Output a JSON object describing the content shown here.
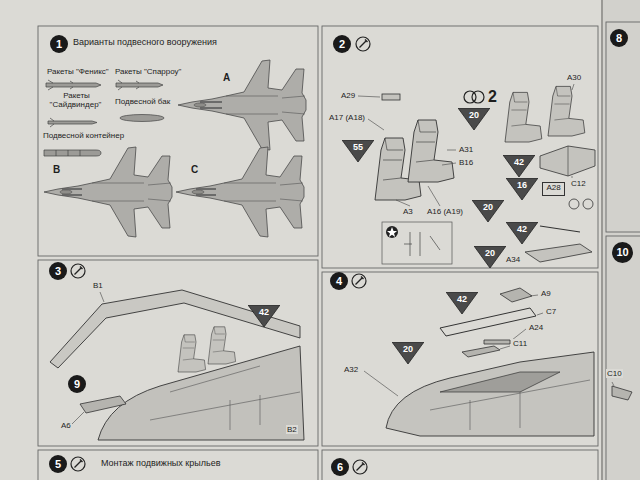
{
  "diagram": {
    "nodes": [
      {
        "text": [
          "1"
        ]
      },
      {
        "text": [
          "2"
        ]
      },
      {
        "text": [
          "3"
        ]
      },
      {
        "text": [
          "4"
        ]
      },
      {
        "text": [
          "5"
        ]
      },
      {
        "text": [
          "6"
        ]
      },
      {
        "text": [
          "8"
        ]
      },
      {
        "text": [
          "10"
        ]
      },
      {
        "text": [
          "55"
        ]
      },
      {
        "text": [
          "20"
        ]
      },
      {
        "text": [
          "42"
        ]
      },
      {
        "text": [
          "16"
        ]
      },
      {
        "text": [
          "A28"
        ]
      },
      {
        "text": [
          "20"
        ]
      },
      {
        "text": [
          "42"
        ]
      },
      {
        "text": [
          "20"
        ]
      },
      {
        "text": [
          "9"
        ]
      },
      {
        "text": [
          "42"
        ]
      },
      {
        "text": [
          "42"
        ]
      },
      {
        "text": [
          "20"
        ]
      }
    ],
    "labels": [
      "Варианты подвесного вооружения",
      "Ракеты \"Феникс\"",
      "Ракеты \"Спарроу\"",
      "Ракеты \"Сайдвиндер\"",
      "Подвесной бак",
      "Подвесной контейнер",
      "A",
      "B",
      "C",
      "A29",
      "A17 (A18)",
      "A3",
      "A16 (A19)",
      "2",
      "A31",
      "B16",
      "A30",
      "C12",
      "A34",
      "B1",
      "A6",
      "B2",
      "A9",
      "C7",
      "A24",
      "C11",
      "A32",
      "Монтаж подвижных крыльев",
      "C10"
    ]
  }
}
